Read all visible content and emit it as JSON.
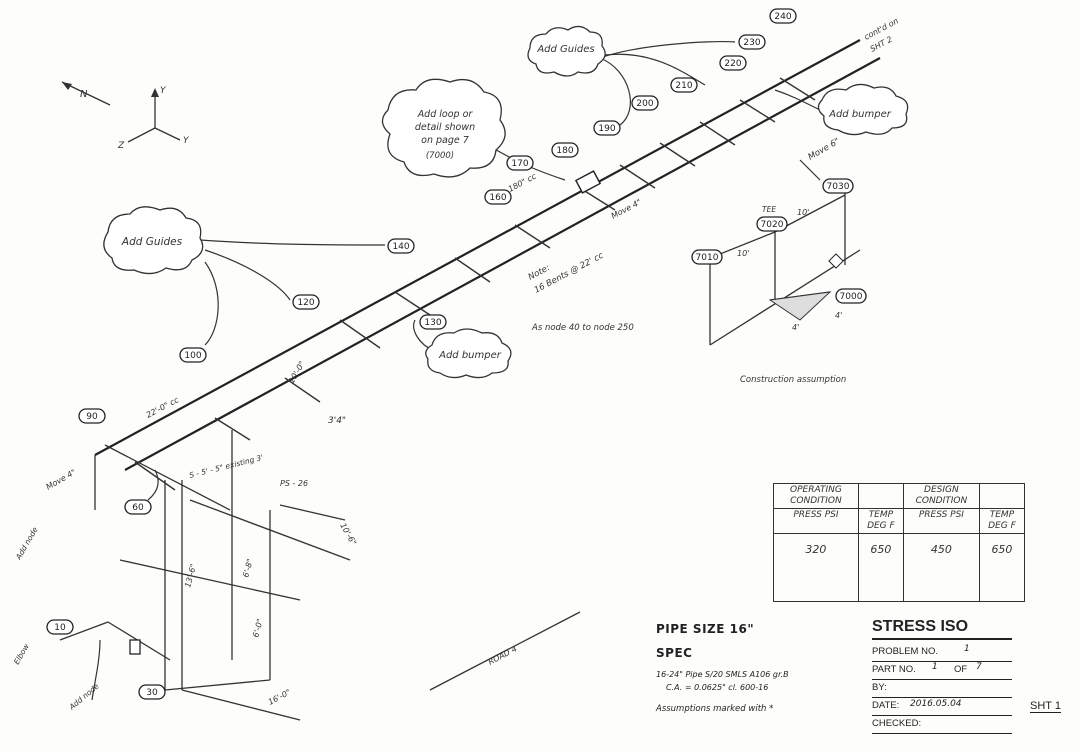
{
  "compass": {
    "north": "N",
    "y_up": "Y",
    "z_axis": "Z",
    "y_axis": "Y"
  },
  "callouts": {
    "add_guides_top": "Add Guides",
    "add_guides_left": "Add Guides",
    "add_loop_line1": "Add loop or",
    "add_loop_line2": "detail shown",
    "add_loop_line3": "on page 7",
    "add_loop_line4": "(7000)",
    "add_bumper_right": "Add bumper",
    "add_bumper_mid": "Add bumper"
  },
  "nodes": [
    "240",
    "230",
    "220",
    "210",
    "200",
    "190",
    "180",
    "170",
    "160",
    "140",
    "120",
    "100",
    "130",
    "90",
    "60",
    "10",
    "30",
    "7020",
    "7010",
    "7030",
    "7000"
  ],
  "annotations": {
    "cont_on": "cont'd on",
    "sht2": "SHT 2",
    "move_6": "Move 6\"",
    "move_4_mid": "Move 4\"",
    "cc_180": "180\" cc",
    "note_line1": "Note:",
    "note_line2": "16 Bents @ 22' cc",
    "node_range": "As node 40 to node 250",
    "spacing_22": "22'-0\" cc",
    "dim_10": "10'-0\"",
    "dim_3": "3'4\"",
    "existing": "S - 5' - 5\" existing 3'",
    "ps26": "PS - 26",
    "move_4_left": "Move 4\"",
    "add_node_left": "Add node",
    "dim_side": "10'-6\"",
    "dim_68": "6'-8\"",
    "dim_60": "6'-0\"",
    "dim_13": "13'-6\"",
    "dim_bottom": "16'-0\"",
    "road": "ROAD 4",
    "add_node_bottom": "Add node",
    "elbow": "Elbow",
    "tee": "TEE",
    "construction": "Construction assumption",
    "dim_10a": "10'",
    "dim_10b": "10'",
    "dim_4a": "4'",
    "dim_4b": "4'"
  },
  "conditions": {
    "operating": "OPERATING CONDITION",
    "design": "DESIGN CONDITION",
    "press_op": "PRESS PSI",
    "temp_op": "TEMP DEG F",
    "press_des": "PRESS PSI",
    "temp_des": "TEMP DEG F",
    "press_op_val": "320",
    "temp_op_val": "650",
    "press_des_val": "450",
    "temp_des_val": "650"
  },
  "pipe_notes": {
    "size": "PIPE SIZE 16\"",
    "spec": "SPEC",
    "note3": "16-24\" Pipe S/20 SMLS A106 gr.B",
    "note4": "C.A. = 0.0625\"     cl. 600-16",
    "note5": "Assumptions marked with *"
  },
  "title_block": {
    "title": "STRESS ISO",
    "problem_label": "PROBLEM NO.",
    "problem_val": "1",
    "part_label": "PART NO.",
    "part_val": "1",
    "of_label": "OF",
    "of_val": "7",
    "by_label": "BY:",
    "date_label": "DATE:",
    "date_val": "2016.05.04",
    "checked_label": "CHECKED:",
    "sheet": "SHT 1"
  }
}
